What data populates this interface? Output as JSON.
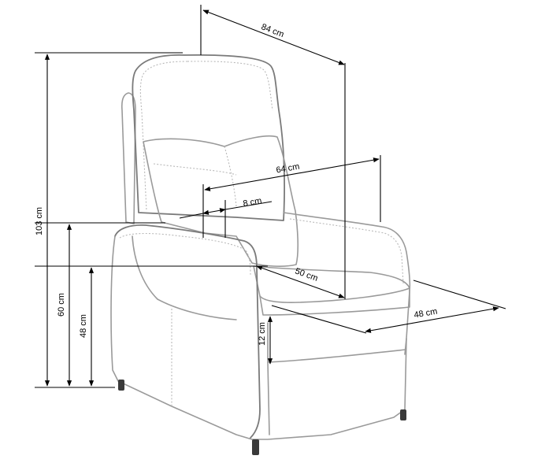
{
  "dimensions": {
    "total_width": "84 cm",
    "total_height": "103 cm",
    "inner_width": "64 cm",
    "armrest_width": "8 cm",
    "seat_depth": "50 cm",
    "footrest_depth": "48 cm",
    "armrest_height": "60 cm",
    "seat_height": "48 cm",
    "footrest_height": "12 cm"
  }
}
